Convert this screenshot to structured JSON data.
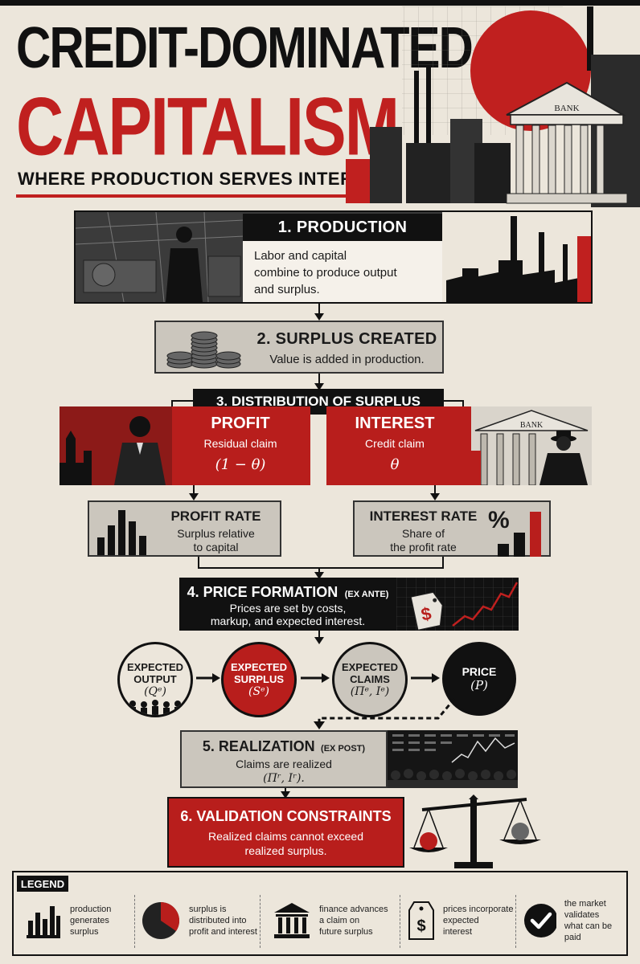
{
  "header": {
    "title_line1": "CREDIT-DOMINATED",
    "title_line2": "CAPITALISM",
    "subtitle": "WHERE PRODUCTION SERVES INTEREST",
    "bank_sign": "BANK"
  },
  "step1": {
    "title": "1. PRODUCTION",
    "text_l1": "Labor and capital",
    "text_l2": "combine to produce output",
    "text_l3": "and surplus."
  },
  "step2": {
    "title": "2. SURPLUS CREATED",
    "text": "Value is added in production."
  },
  "step3": {
    "title": "3. DISTRIBUTION OF SURPLUS",
    "profit": {
      "title": "PROFIT",
      "text": "Residual claim",
      "formula": "(1 − θ)"
    },
    "interest": {
      "title": "INTEREST",
      "text": "Credit claim",
      "formula": "θ",
      "bank_sign": "BANK"
    },
    "profit_rate": {
      "title": "PROFIT RATE",
      "text_l1": "Surplus relative",
      "text_l2": "to capital"
    },
    "interest_rate": {
      "title": "INTEREST RATE",
      "text_l1": "Share of",
      "text_l2": "the profit rate",
      "symbol": "%"
    }
  },
  "step4": {
    "title": "4. PRICE FORMATION",
    "tag": "(EX ANTE)",
    "text_l1": "Prices are set by costs,",
    "text_l2": "markup, and expected interest.",
    "price_tag_symbol": "$",
    "circles": [
      {
        "label_l1": "EXPECTED",
        "label_l2": "OUTPUT",
        "formula": "(Qᵉ)"
      },
      {
        "label_l1": "EXPECTED",
        "label_l2": "SURPLUS",
        "formula": "(Sᵉ)"
      },
      {
        "label_l1": "EXPECTED",
        "label_l2": "CLAIMS",
        "formula": "(Πᵉ, Iᵉ)"
      },
      {
        "label_l1": "PRICE",
        "label_l2": "",
        "formula": "(P)"
      }
    ]
  },
  "step5": {
    "title": "5. REALIZATION",
    "tag": "(EX POST)",
    "text": "Claims are realized",
    "formula": "(Πʳ, Iʳ)."
  },
  "step6": {
    "title": "6. VALIDATION CONSTRAINTS",
    "text_l1": "Realized claims cannot exceed",
    "text_l2": "realized surplus."
  },
  "legend": {
    "title": "LEGEND",
    "items": [
      {
        "icon": "bar-chart-icon",
        "l1": "production",
        "l2": "generates",
        "l3": "surplus"
      },
      {
        "icon": "pie-chart-icon",
        "l1": "surplus is",
        "l2": "distributed into",
        "l3": "profit and interest"
      },
      {
        "icon": "bank-icon",
        "l1": "finance advances",
        "l2": "a claim on",
        "l3": "future surplus"
      },
      {
        "icon": "price-tag-icon",
        "l1": "prices incorporate",
        "l2": "expected",
        "l3": "interest",
        "symbol": "$"
      },
      {
        "icon": "checkmark-icon",
        "l1": "the market",
        "l2": "validates",
        "l3": "what can be paid"
      }
    ]
  },
  "colors": {
    "red": "#b81e1c",
    "dark": "#111111",
    "paper": "#ece6db",
    "gray": "#cbc6bd"
  }
}
